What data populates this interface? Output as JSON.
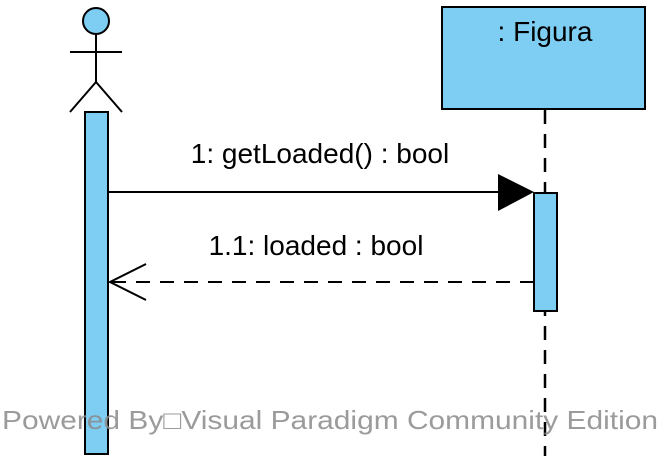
{
  "diagram": {
    "actor_name": "",
    "lifeline_label": ": Figura",
    "messages": [
      {
        "label": "1: getLoaded() : bool",
        "kind": "synchronous"
      },
      {
        "label": "1.1: loaded : bool",
        "kind": "return"
      }
    ],
    "watermark": "Powered By□Visual Paradigm Community Edition"
  },
  "colors": {
    "fill": "#7ecef4",
    "line": "#000000",
    "watermark": "#8a8a8a"
  }
}
